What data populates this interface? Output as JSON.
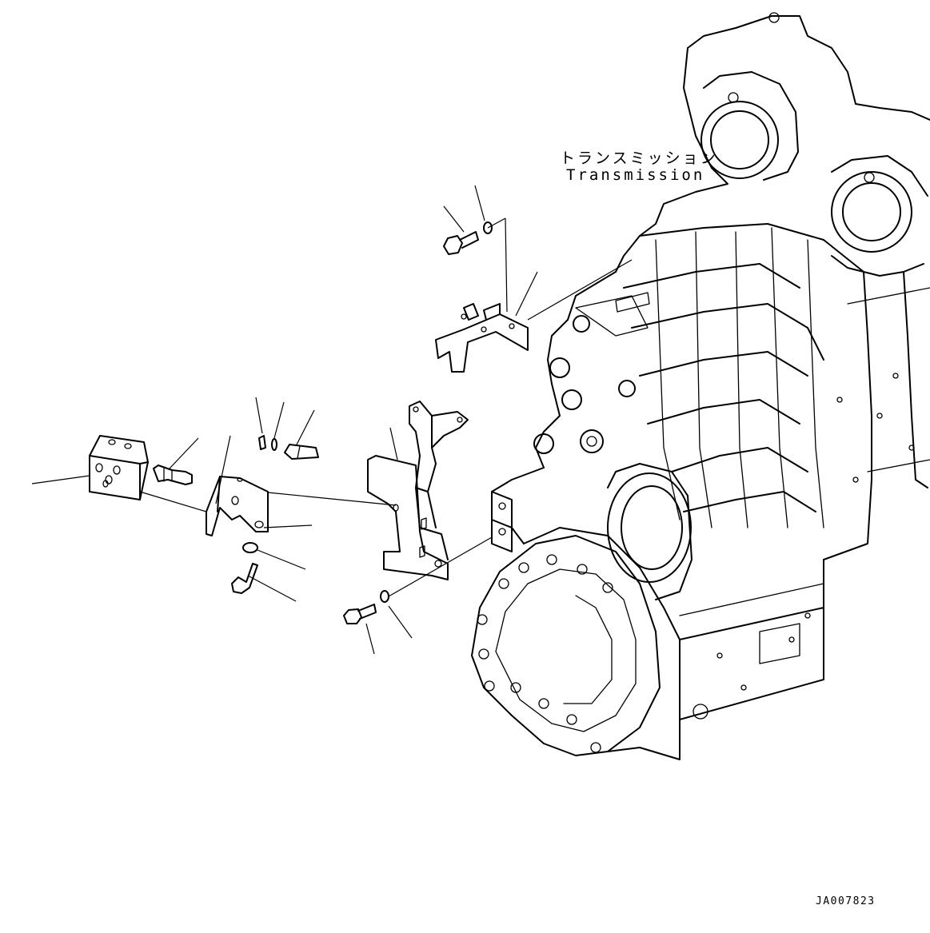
{
  "labels": {
    "transmission_jp": "トランスミッション",
    "transmission_en": "Transmission"
  },
  "drawing_id": "JA007823",
  "colors": {
    "line": "#000000",
    "background": "#ffffff"
  }
}
